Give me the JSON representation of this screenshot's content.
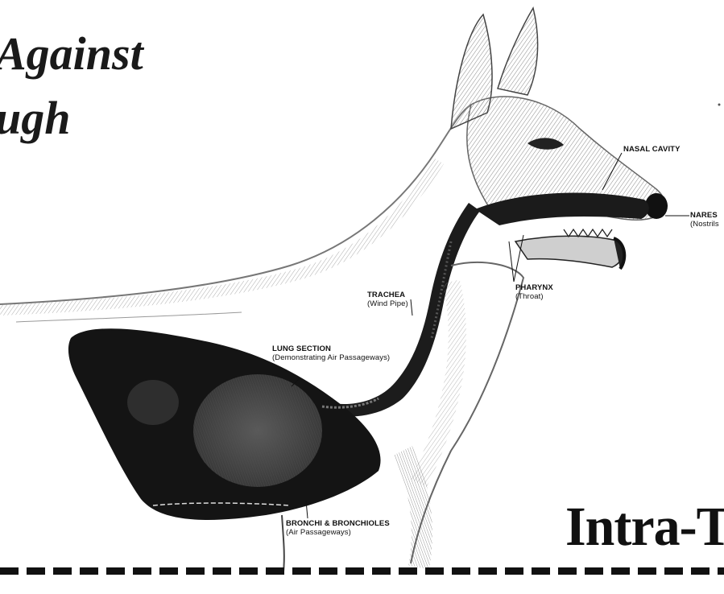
{
  "title": {
    "line1": "Against",
    "line2": "ugh"
  },
  "labels": {
    "nasal_cavity": "NASAL CAVITY",
    "nares": {
      "name": "NARES",
      "sub": "(Nostrils"
    },
    "trachea": {
      "name": "TRACHEA",
      "sub": "(Wind Pipe)"
    },
    "pharynx": {
      "name": "PHARYNX",
      "sub": "(Throat)"
    },
    "lung": {
      "name": "LUNG SECTION",
      "sub": "(Demonstrating Air Passageways)"
    },
    "bronchi": {
      "name": "BRONCHI & BRONCHIOLES",
      "sub": "(Air Passageways)"
    }
  },
  "brand": "Intra-T",
  "colors": {
    "ink": "#111111",
    "paper": "#ffffff",
    "sketch": "#6a6a6a"
  }
}
